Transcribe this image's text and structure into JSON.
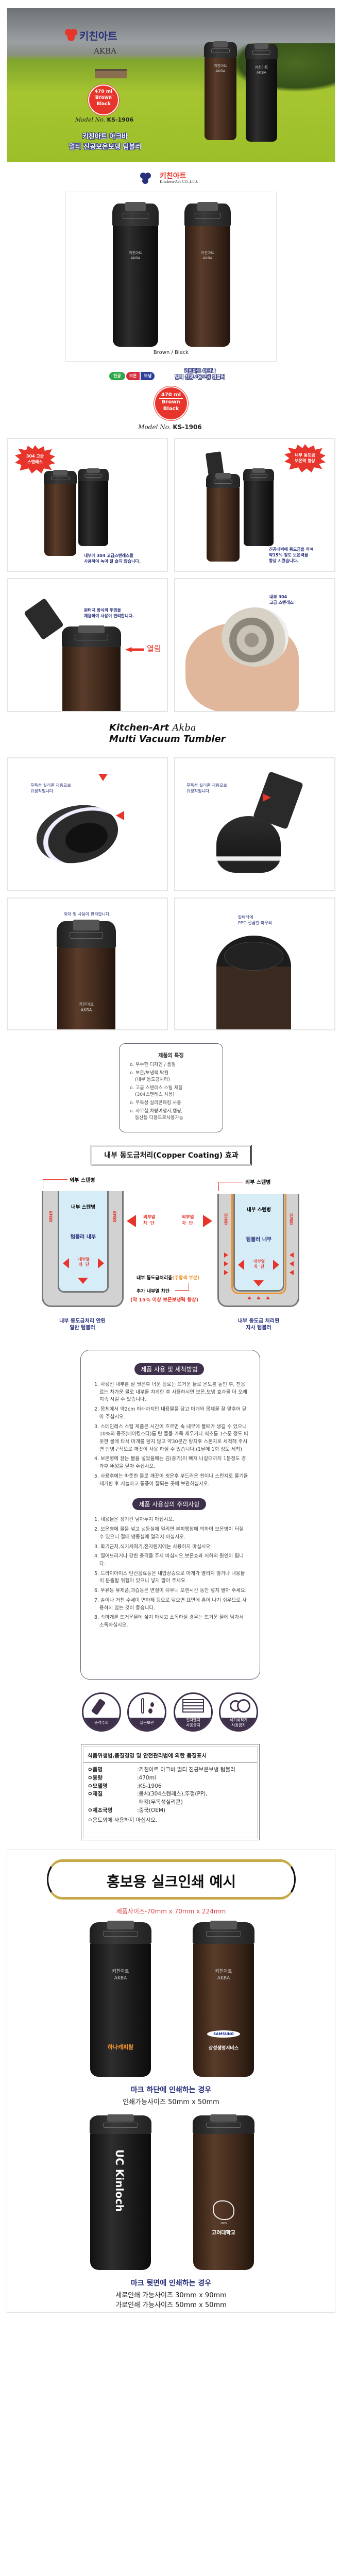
{
  "brand": {
    "logo_ko": "키친아트",
    "sub": "AKBA",
    "company": "Kitchen-Art CO.,LTD."
  },
  "hero": {
    "badge": {
      "volume": "470 ml",
      "color1": "Brown",
      "color2": "Black"
    },
    "model_label": "Model No.",
    "model": "KS-1906",
    "title_line1": "키친아트 아크바",
    "title_line2": "멀티 진공보온보냉 텀블러"
  },
  "product": {
    "colors_label": "Brown / Black",
    "tags": [
      "진공",
      "보온",
      "보냉"
    ],
    "title_line1": "키친아트 아크바",
    "title_line2": "멀티 진공보온보냉 텀블러",
    "badge": {
      "volume": "470 ml",
      "color1": "Brown",
      "color2": "Black"
    },
    "model_label": "Model No.",
    "model": "KS-1906"
  },
  "tiles1": [
    {
      "burst": "304 고급\n스텐레스",
      "caption": "내부에 304 고급스텐레스를\n사용하여 녹이 잘 슬지 않습니다."
    },
    {
      "burst": "내부 동도금\n보온력 향상",
      "caption": "진공내벽에 동도금을 하여\n약15% 정도 보온력을\n향상 시켰습니다."
    },
    {
      "caption": "원터치 방식의 뚜껑을\n채용하여 사용이 편리합니다.",
      "open_label": "열림"
    },
    {
      "caption": "내부 304\n고급 스텐레스"
    }
  ],
  "heading": {
    "line1_a": "Kitchen-Art",
    "line1_b": "Akba",
    "line2": "Multi Vacuum Tumbler"
  },
  "tiles2": [
    {
      "caption": "무독성 실리콘 채용으로\n위생적입니다."
    },
    {
      "caption": "무독성 실리콘 채용으로\n위생적입니다."
    },
    {
      "caption": "휴대 및 사용이 편리합니다."
    },
    {
      "caption": "밑바닥에\nPP로 깔끔한 마무리"
    }
  ],
  "features": {
    "title": "제품의 특징",
    "items": [
      "o. 우수한 디자인 / 품질",
      "o. 보온/보냉력 탁월\n(내부 동도금처리)",
      "o. 고급 스텐레스 스틸 재질\n(304스텐레스 사용)",
      "o. 무독성 실리콘패킹 사용",
      "o. 사무실,차량여행시,캠핑,\n등산등 다용도로사용가능"
    ]
  },
  "copper": {
    "title": "내부 동도금처리(Copper Coating) 효과",
    "outer": "외부 스텐병",
    "inner": "내부 스텐병",
    "vacuum": "진공층",
    "interior": "텀블러 내부",
    "inner_block": "내부열\n차  단",
    "outer_block": "외부열\n차  단",
    "layer_a": "내부 동도금처리층",
    "layer_b": "(주황색 부분)",
    "extra": "추가 내부열 차단",
    "improve": "(약 15% 이상 보온보냉력 향상)",
    "left_caption": "내부 동도금처리 안된\n일반 텀블러",
    "right_caption": "내부 동도금 처리된\n자사 텀블러"
  },
  "care": {
    "title": "제품 사용 및 세척방법",
    "items": [
      "1. 사용전 내부를 잘 씻은후 더운 음료는 뜨거운 물로 온도를 높인 후, 찬음료는 차가운 물로 내부를 차게한 후 사용하시면 보온,보냉 효과를 더 오래 지속 시킬 수 있습니다.",
      "2. 몸체에서 약2cm 아래까지만 내용물을 담고 마개와 몸체를 잘 맞추어 닫아 주십시오.",
      "3. 스테인레스 스틸 제품은 시간이 흐르면 속 내부에 물때가 생길 수 있으니 10%의 중조(베이킹소다)를 탄 물을 가득 채우거나 식초를 1스푼 정도 따뜻한 물에 타서 마개를 덮지 않고 약30분간 방치후 스폰지로 세척해 주시면 반영구적으로 깨끗이 사용 하실 수 있습니다.(1달에 1회 정도 세척)",
      "4. 보온병에 끓는 물을 넣었을때는 김(증기)이 빠져 나갈때까지 1분정도 경과후 뚜껑을 닫아 주십시오.",
      "5. 사용후에는 따뜻한 물로 깨끗이 씻은후 부드러운 천이나 스펀지로 물기를 제거한 후 서늘하고 통풍이 잘되는 곳에 보관하십시오."
    ]
  },
  "caution": {
    "title": "제품 사용상의 주의사항",
    "items": [
      "1. 내용물은 장기간 담아두지 마십시오.",
      "2. 보온병에 물을 넣고 냉동실에 얼리면 부피팽창에 의하여 보온병이 터질 수 있으니 절대 냉동실에 얼리지 마십시오.",
      "3. 화기근처,식기세척기,전자렌지에는 사용하지 마십시오.",
      "4. 떨어뜨리거나 강한 충격을 주지 마십시오.보온효과 저하의 원인이 됩니다.",
      "5. 드라이아이스 탄산음료등은 내압상승으로 마개가 열리지 않거나 내용물이 분출될 위험이 있으니 넣지 말아 주세요.",
      "6. 우유등 유제품,과즙등은 변질이 쉬우니 오랜시간 동안 넣지 말아 주세요.",
      "7. 솔이나 거친 수세미 연마제 등으로 닦으면 표면에 흠이 나기 쉬우므로 사용하지 않는 것이 좋습니다.",
      "8. 속마개를 뜨거운물에 삶지 마시고 소독하실 경우는 뜨거운 물에 담가서 소독하십시오."
    ]
  },
  "warning_icons": [
    {
      "icon": "falling-bottle-icon",
      "label": "충격주의"
    },
    {
      "icon": "thermometer-icon",
      "label": "실온보관"
    },
    {
      "icon": "microwave-icon",
      "label": "전자렌지\n사용금지"
    },
    {
      "icon": "dishwasher-icon",
      "label": "식기세척기\n사용금지"
    }
  ],
  "quality": {
    "title": "식품위생법,품질경영 및 안전관리법에 의한 품질표시",
    "rows": [
      {
        "k": "ㅇ품명",
        "v": ":키친아트 아크바 멀티 진공보온보냉 텀블러"
      },
      {
        "k": "ㅇ용량",
        "v": ":470ml"
      },
      {
        "k": "ㅇ모델명",
        "v": ":KS-1906"
      },
      {
        "k": "ㅇ재질",
        "v": ":몸체(304스텐레스),뚜껑(PP),\n 패킹(무독성실리콘)"
      },
      {
        "k": "ㅇ제조국명",
        "v": ":중국(OEM)"
      }
    ],
    "note": "ㅇ용도외에 사용하지 마십시오."
  },
  "promo": {
    "title": "홍보용 실크인쇄 예시",
    "size": "제품사이즈-70mm x 70mm x 224mm",
    "print1": {
      "logo_a": "하나캐피탈",
      "logo_b_top": "SAMSUNG",
      "logo_b": "삼성생명서비스"
    },
    "case1_title": "마크 하단에 인쇄하는 경우",
    "case1_size": "인쇄가능사이즈 50mm x 50mm",
    "print2": {
      "logo_a": "UC Kinloch",
      "logo_b_year": "1905",
      "logo_b": "고려대학교"
    },
    "case2_title": "마크 뒷면에 인쇄하는 경우",
    "case2_size1": "세로인쇄 가능사이즈 30mm x 90mm",
    "case2_size2": "가로인쇄 가능사이즈 50mm x 50mm"
  },
  "colors": {
    "accent_red": "#e8352b",
    "navy": "#27307a",
    "purple": "#3e2f4a",
    "copper": "#f0922a"
  }
}
